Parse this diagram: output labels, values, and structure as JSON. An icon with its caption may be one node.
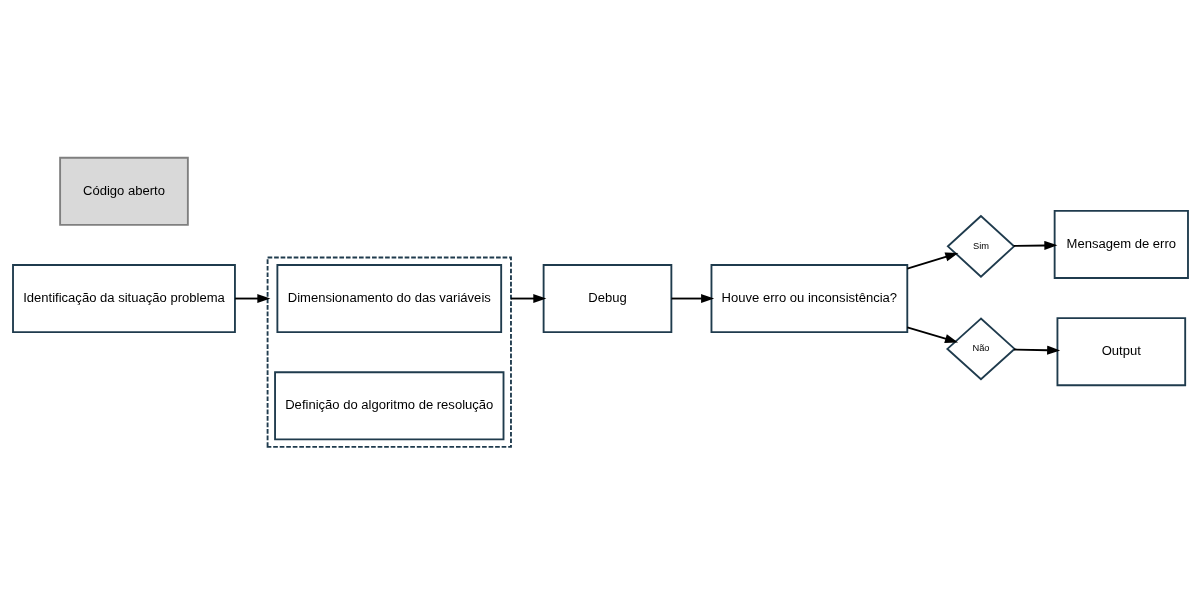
{
  "diagram": {
    "nodes": [
      {
        "text": [
          "Identificação da situação problema"
        ]
      },
      {
        "text": [],
        "shape": "box"
      },
      {
        "text": [
          "Dimensionamento do das variáveis"
        ],
        "in": 1
      },
      {
        "text": [
          "Definição do algoritmo de resolução"
        ],
        "in": 1
      },
      {
        "text": [
          "Código aberto"
        ]
      },
      {
        "text": [
          "Debug"
        ]
      },
      {
        "text": [
          "Houve erro ou inconsistência?"
        ]
      },
      {
        "text": [
          "Sim"
        ]
      },
      {
        "text": [
          "Não"
        ]
      },
      {
        "text": [
          "Mensagem de erro"
        ]
      },
      {
        "text": [
          "Output"
        ]
      }
    ],
    "edges": [
      {
        "from": 0,
        "to": 1,
        "arrow": "to"
      },
      {
        "from": 1,
        "to": 5,
        "arrow": "to"
      },
      {
        "from": 5,
        "to": 6,
        "arrow": "to"
      },
      {
        "from": 6,
        "to": 7,
        "arrow": "to"
      },
      {
        "from": 6,
        "to": 8,
        "arrow": "to"
      },
      {
        "from": 7,
        "to": 9,
        "arrow": "to"
      },
      {
        "from": 8,
        "to": 10,
        "arrow": "to"
      }
    ]
  }
}
